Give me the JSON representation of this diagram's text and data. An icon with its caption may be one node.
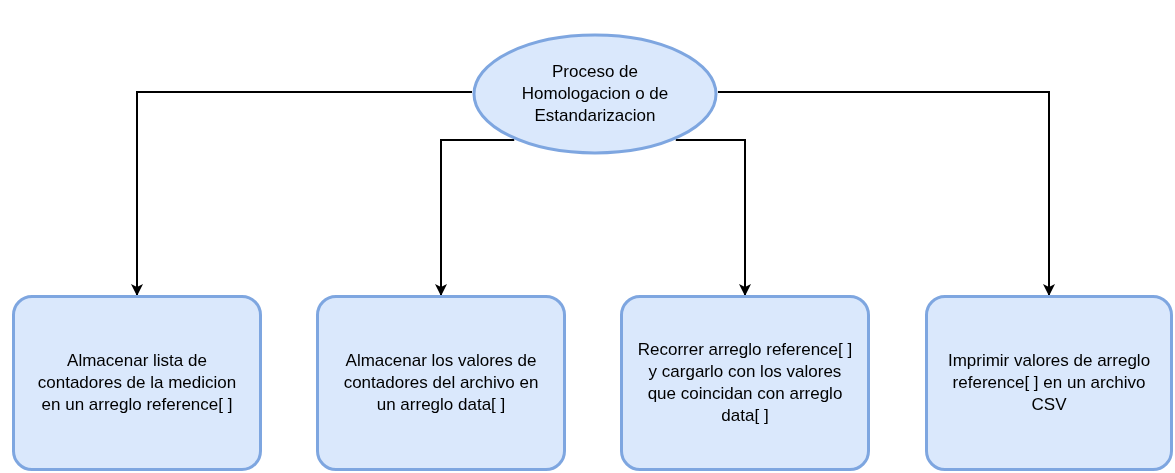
{
  "diagram": {
    "nodes": [
      {
        "text": [
          "Proceso de Homologacion o de Estandarizacion"
        ]
      },
      {
        "text": [
          "Almacenar lista de contadores de la medicion en un arreglo reference[ ]"
        ]
      },
      {
        "text": [
          "Almacenar los valores de contadores del archivo en un arreglo data[ ]"
        ]
      },
      {
        "text": [
          "Recorrer arreglo reference[ ] y cargarlo con los valores que coincidan con arreglo data[ ]"
        ]
      },
      {
        "text": [
          "Imprimir valores de arreglo reference[ ] en un archivo CSV"
        ]
      }
    ],
    "edges": [
      {
        "from": 0,
        "to": 1,
        "arrow": "to"
      },
      {
        "from": 0,
        "to": 2,
        "arrow": "to"
      },
      {
        "from": 0,
        "to": 3,
        "arrow": "to"
      },
      {
        "from": 0,
        "to": 4,
        "arrow": "to"
      }
    ]
  }
}
